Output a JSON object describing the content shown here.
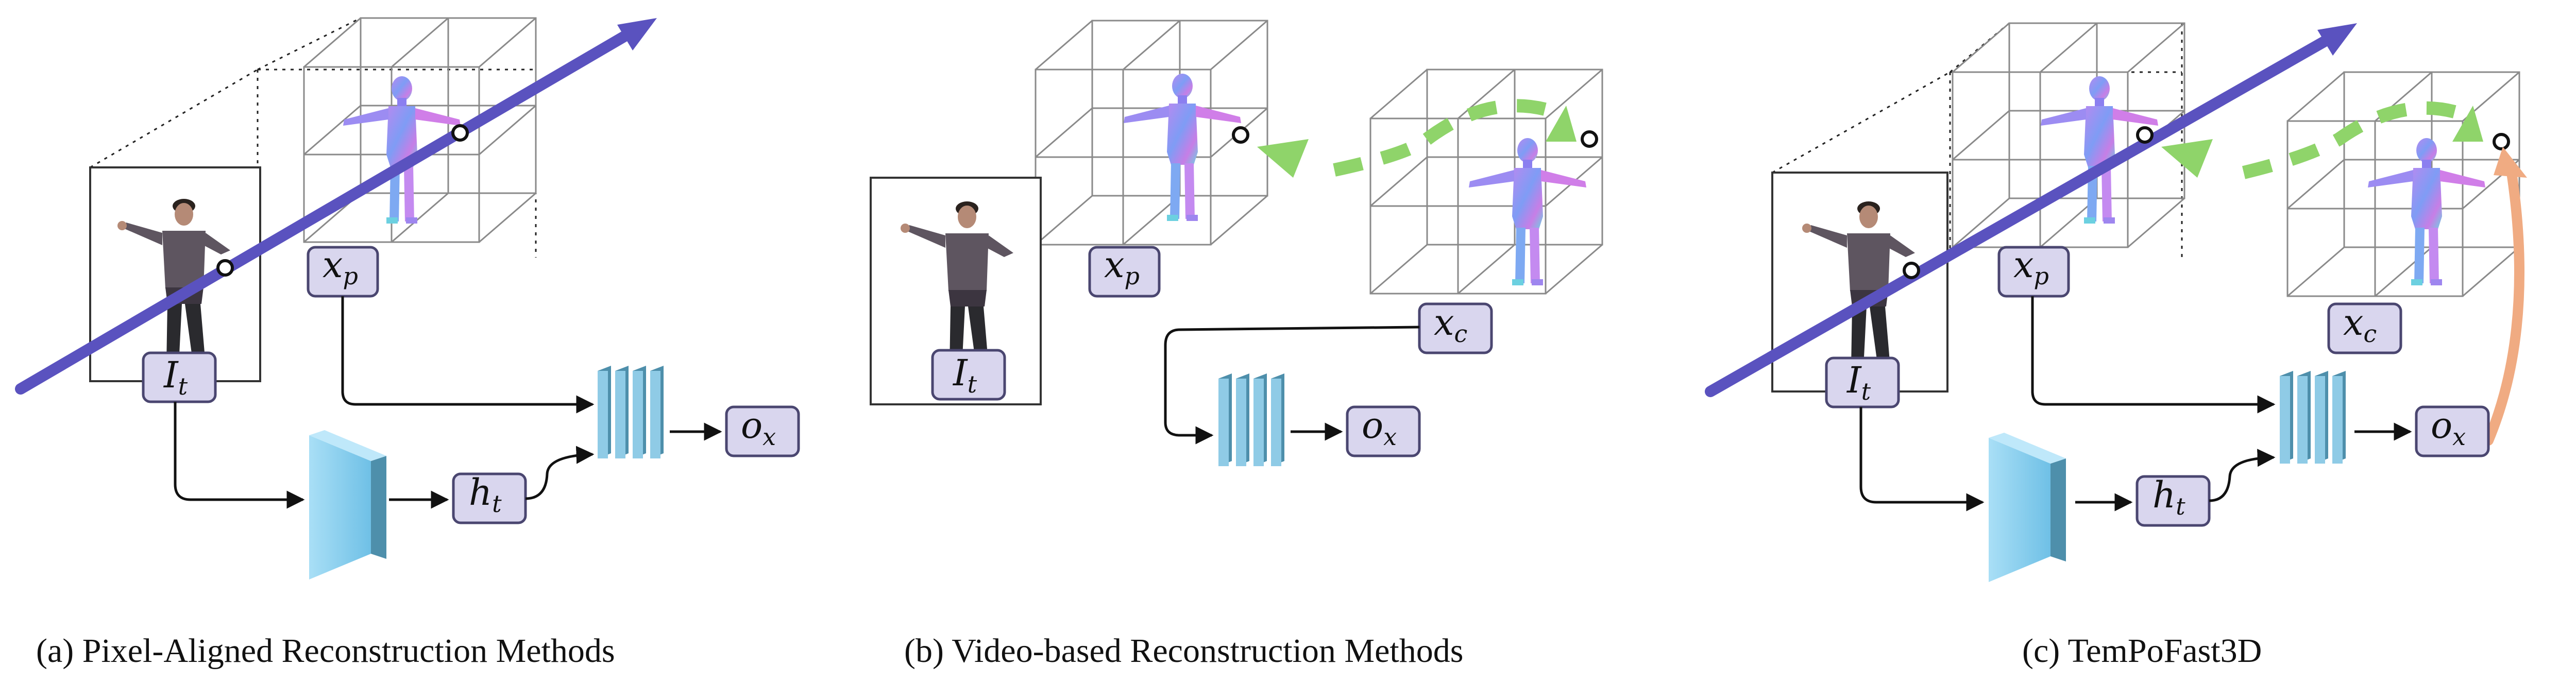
{
  "panels": [
    {
      "id": "a",
      "caption": "(a) Pixel-Aligned Reconstruction Methods",
      "nodes": {
        "image": {
          "main": "I",
          "sub": "t"
        },
        "point": {
          "main": "x",
          "sub": "p"
        },
        "hidden": {
          "main": "h",
          "sub": "t"
        },
        "output": {
          "main": "o",
          "sub": "x"
        }
      }
    },
    {
      "id": "b",
      "caption": "(b) Video-based Reconstruction Methods",
      "nodes": {
        "image": {
          "main": "I",
          "sub": "t"
        },
        "point": {
          "main": "x",
          "sub": "p"
        },
        "canonical": {
          "main": "x",
          "sub": "c"
        },
        "output": {
          "main": "o",
          "sub": "x"
        }
      }
    },
    {
      "id": "c",
      "caption": "(c) TemPoFast3D",
      "nodes": {
        "image": {
          "main": "I",
          "sub": "t"
        },
        "point": {
          "main": "x",
          "sub": "p"
        },
        "hidden": {
          "main": "h",
          "sub": "t"
        },
        "canonical": {
          "main": "x",
          "sub": "c"
        },
        "output": {
          "main": "o",
          "sub": "x"
        }
      }
    }
  ],
  "colors": {
    "ray": "#5a52bf",
    "node_fill": "#d9d6ee",
    "encoder": "#7ec8ea",
    "mlp": "#8fcbe6",
    "canonical_arrow": "#8fd46a",
    "feedback_arrow": "#f0ab82"
  }
}
